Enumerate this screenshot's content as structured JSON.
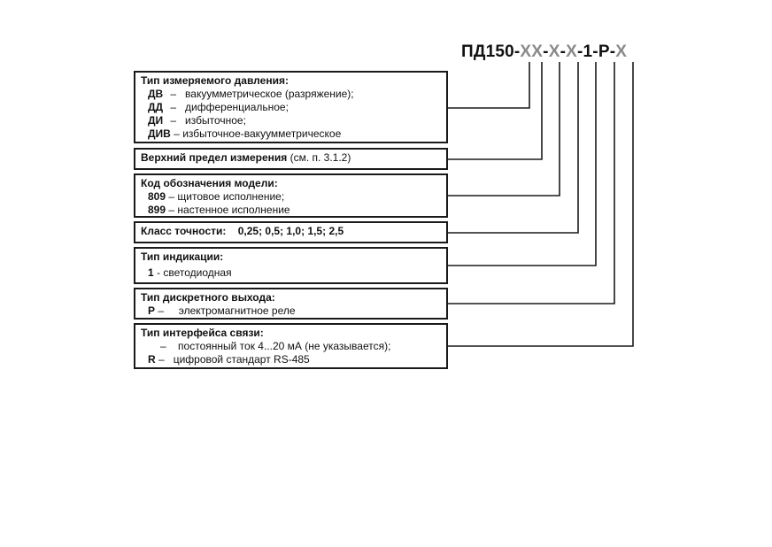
{
  "code": {
    "prefix": "ПД150-",
    "parts": [
      {
        "text": "XX",
        "dim": true
      },
      {
        "text": "-",
        "dim": false
      },
      {
        "text": "X",
        "dim": true
      },
      {
        "text": "-",
        "dim": false
      },
      {
        "text": "X",
        "dim": true
      },
      {
        "text": "-",
        "dim": false
      },
      {
        "text": "1",
        "dim": false
      },
      {
        "text": "-",
        "dim": false
      },
      {
        "text": "P",
        "dim": false
      },
      {
        "text": "-",
        "dim": false
      },
      {
        "text": "X",
        "dim": true
      }
    ]
  },
  "boxes": {
    "pressure": {
      "title": "Тип измеряемого давления:",
      "items": [
        {
          "code": "ДВ",
          "sep": " –",
          "text": "вакуумметрическое (разряжение);"
        },
        {
          "code": "ДД",
          "sep": " –",
          "text": "дифференциальное;"
        },
        {
          "code": "ДИ",
          "sep": " –",
          "text": "избыточное;"
        },
        {
          "code": "ДИВ",
          "sep": " –",
          "text": "избыточное-вакуумметрическое"
        }
      ]
    },
    "limit": {
      "title": "Верхний предел измерения",
      "note": " (см. п. 3.1.2)"
    },
    "model": {
      "title": "Код обозначения модели:",
      "items": [
        {
          "code": "809",
          "sep": " –",
          "text": "щитовое исполнение;"
        },
        {
          "code": "899",
          "sep": " –",
          "text": "настенное исполнение"
        }
      ]
    },
    "accuracy": {
      "title": "Класс точности:",
      "values": "0,25; 0,5; 1,0; 1,5; 2,5"
    },
    "indication": {
      "title": "Тип индикации:",
      "items": [
        {
          "code": "1",
          "sep": " -",
          "text": "светодиодная"
        }
      ]
    },
    "output": {
      "title": "Тип дискретного выхода:",
      "items": [
        {
          "code": "Р",
          "sep": " –",
          "text": "электромагнитное реле"
        }
      ]
    },
    "interface": {
      "title": "Тип интерфейса связи:",
      "items": [
        {
          "code": "",
          "sep": "–",
          "text": "постоянный ток 4...20 мА (не указывается);"
        },
        {
          "code": "R",
          "sep": " –",
          "text": "цифровой стандарт RS-485"
        }
      ]
    }
  }
}
